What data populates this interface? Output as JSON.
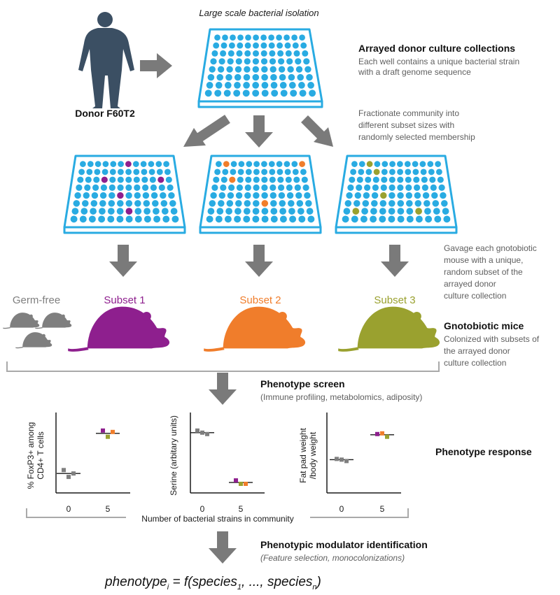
{
  "header": {
    "isolation_label": "Large scale bacterial isolation",
    "donor_label": "Donor F60T2"
  },
  "collections": {
    "title": "Arrayed donor culture collections",
    "desc_lines": [
      "Each well contains a unique bacterial strain",
      "with a draft genome sequence"
    ]
  },
  "fractionate": {
    "lines": [
      "Fractionate community into",
      "different subset sizes with",
      "randomly selected membership"
    ]
  },
  "gavage": {
    "lines": [
      "Gavage each gnotobiotic",
      "mouse with a unique,",
      "random subset of the",
      "arrayed donor",
      "culture collection"
    ]
  },
  "mice": {
    "labels": [
      {
        "text": "Germ-free",
        "color": "#7f7f7f"
      },
      {
        "text": "Subset 1",
        "color": "#8e1f8e"
      },
      {
        "text": "Subset 2",
        "color": "#f07d2b"
      },
      {
        "text": "Subset 3",
        "color": "#9aa12f"
      }
    ],
    "title": "Gnotobiotic mice",
    "desc_lines": [
      "Colonized with subsets of",
      "the arrayed donor",
      "culture collection"
    ]
  },
  "screen": {
    "title": "Phenotype screen",
    "subtitle": "(Immune profiling, metabolomics, adiposity)"
  },
  "response": {
    "title": "Phenotype response"
  },
  "modulator": {
    "title": "Phenotypic modulator identification",
    "subtitle": "(Feature selection, monocolonizations)"
  },
  "formula": {
    "lhs": "phenotype",
    "lhs_sub": "i",
    "mid": " = f(species",
    "sub1": "1",
    "sep": ", ..., species",
    "subn": "n",
    "end": ")"
  },
  "colors": {
    "well": "#29abe2",
    "plate_border": "#29abe2",
    "arrow": "#7a7a7a",
    "donor": "#3b4f63",
    "subset1": "#8e1f8e",
    "subset2": "#f07d2b",
    "subset3": "#9aa12f",
    "germ_free": "#7f7f7f"
  },
  "chart_data": [
    {
      "type": "scatter",
      "ylabel_lines": [
        "% FoxP3+ among",
        "CD4+ T cells"
      ],
      "categories": [
        "0",
        "5"
      ],
      "groups": [
        {
          "category": "0",
          "points": [
            {
              "value": 2.5,
              "color": "#7f7f7f"
            },
            {
              "value": 2.0,
              "color": "#7f7f7f"
            },
            {
              "value": 1.5,
              "color": "#7f7f7f"
            }
          ],
          "mean": 2.0
        },
        {
          "category": "5",
          "points": [
            {
              "value": 8.2,
              "color": "#8e1f8e"
            },
            {
              "value": 8.0,
              "color": "#f07d2b"
            },
            {
              "value": 7.3,
              "color": "#9aa12f"
            }
          ],
          "mean": 7.8
        }
      ],
      "ylim": [
        0,
        10
      ]
    },
    {
      "type": "scatter",
      "ylabel_lines": [
        "Serine (arbitary units)"
      ],
      "categories": [
        "0",
        "5"
      ],
      "groups": [
        {
          "category": "0",
          "points": [
            {
              "value": 8.2,
              "color": "#7f7f7f"
            },
            {
              "value": 7.7,
              "color": "#7f7f7f"
            },
            {
              "value": 7.9,
              "color": "#7f7f7f"
            }
          ],
          "mean": 7.9
        },
        {
          "category": "5",
          "points": [
            {
              "value": 1.0,
              "color": "#8e1f8e"
            },
            {
              "value": 0.5,
              "color": "#f07d2b"
            },
            {
              "value": 0.5,
              "color": "#9aa12f"
            }
          ],
          "mean": 0.7
        }
      ],
      "ylim": [
        0,
        10
      ]
    },
    {
      "type": "scatter",
      "ylabel_lines": [
        "Fat pad weight",
        "/body weight"
      ],
      "categories": [
        "0",
        "5"
      ],
      "groups": [
        {
          "category": "0",
          "points": [
            {
              "value": 4.1,
              "color": "#7f7f7f"
            },
            {
              "value": 3.8,
              "color": "#7f7f7f"
            },
            {
              "value": 4.0,
              "color": "#7f7f7f"
            }
          ],
          "mean": 4.0
        },
        {
          "category": "5",
          "points": [
            {
              "value": 7.7,
              "color": "#8e1f8e"
            },
            {
              "value": 7.3,
              "color": "#9aa12f"
            },
            {
              "value": 7.8,
              "color": "#f07d2b"
            }
          ],
          "mean": 7.6
        }
      ],
      "ylim": [
        0,
        10
      ]
    }
  ],
  "xaxis_caption": "Number of bacterial strains in community"
}
